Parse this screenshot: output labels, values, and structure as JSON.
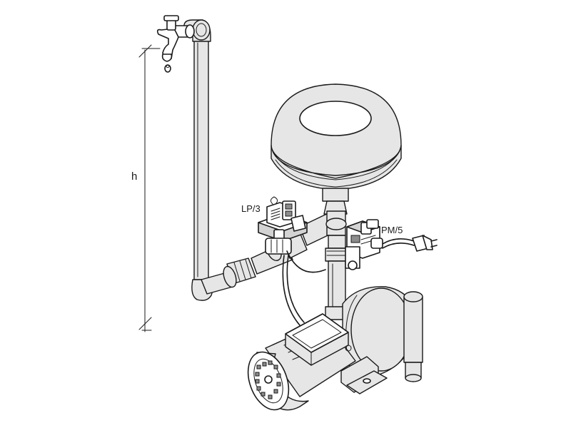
{
  "labels": {
    "height": "h",
    "pressure_switch": "LP/3",
    "pressure_monitor": "PM/5"
  }
}
